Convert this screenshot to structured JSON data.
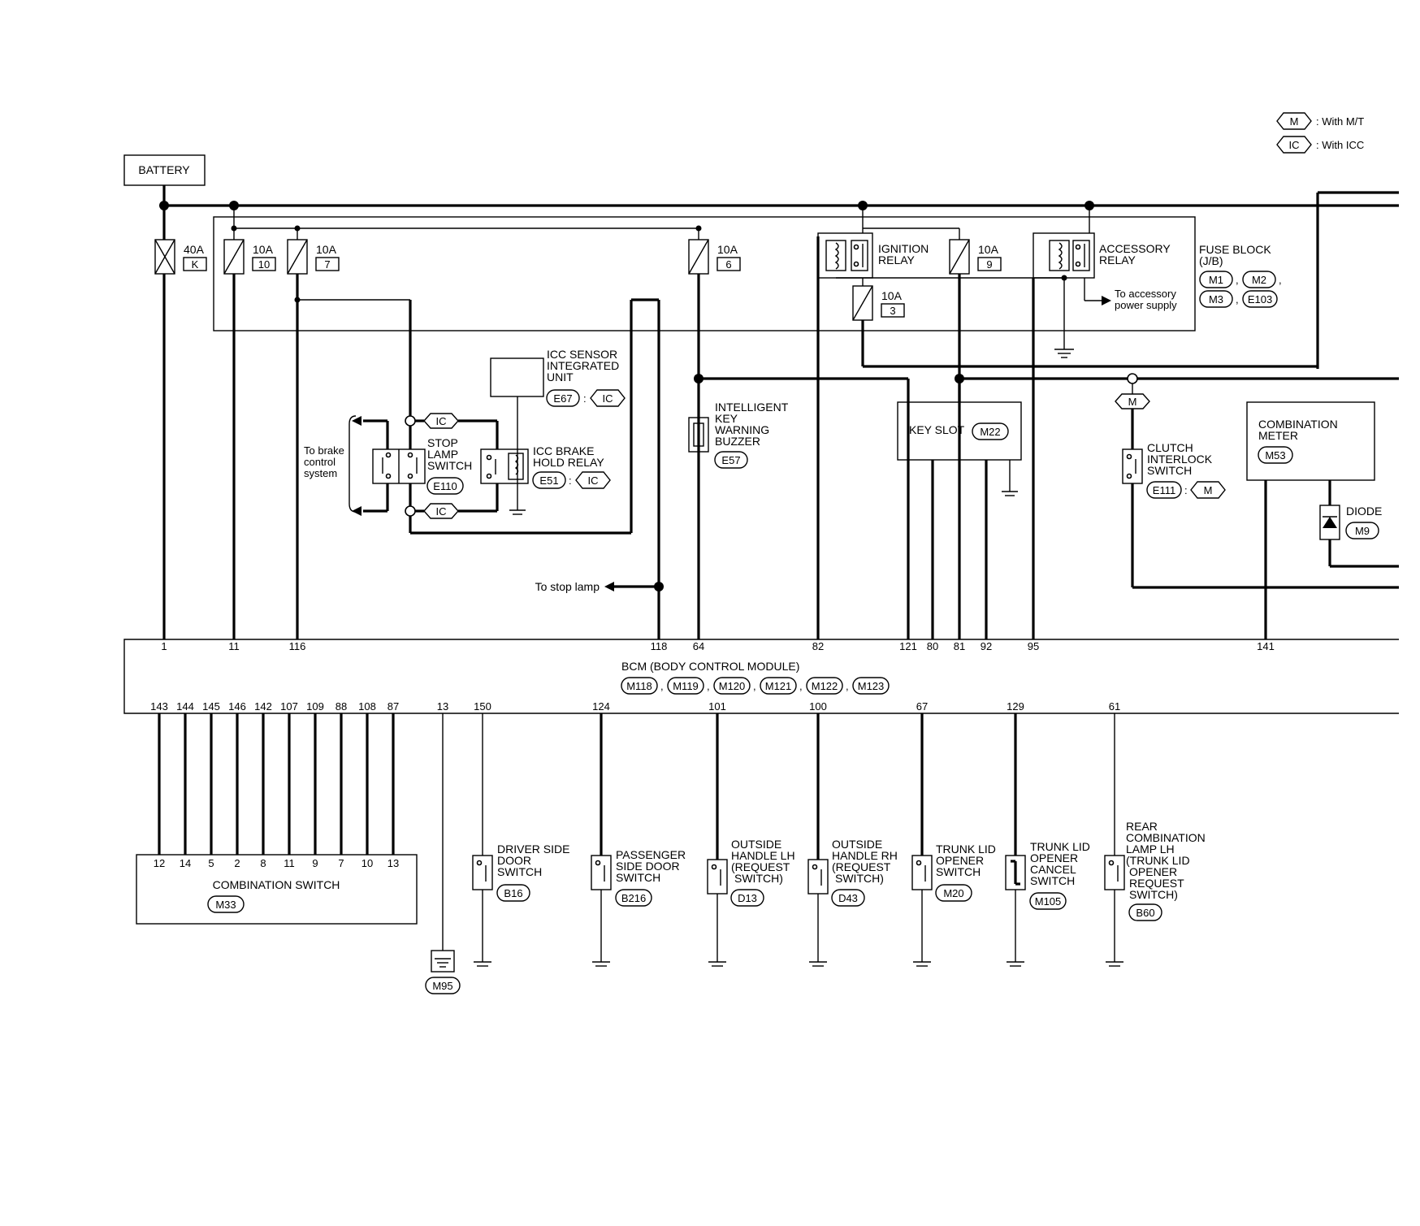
{
  "legend": [
    {
      "code": "M",
      "text": ": With M/T"
    },
    {
      "code": "IC",
      "text": ": With ICC"
    }
  ],
  "battery": "BATTERY",
  "fuses": [
    {
      "amp": "40A",
      "id": "K"
    },
    {
      "amp": "10A",
      "id": "10"
    },
    {
      "amp": "10A",
      "id": "7"
    },
    {
      "amp": "10A",
      "id": "6"
    },
    {
      "amp": "10A",
      "id": "9"
    },
    {
      "amp": "10A",
      "id": "3"
    }
  ],
  "ignition_relay": [
    "IGNITION",
    "RELAY"
  ],
  "accessory_relay": [
    "ACCESSORY",
    "RELAY"
  ],
  "to_accessory": [
    "To accessory",
    "power supply"
  ],
  "fuse_block": {
    "lines": [
      "FUSE BLOCK",
      "(J/B)"
    ],
    "connectors": [
      "M1",
      "M2",
      "M3",
      "E103"
    ]
  },
  "icc_sensor": {
    "lines": [
      "ICC SENSOR",
      "INTEGRATED",
      "UNIT"
    ],
    "connector": "E67",
    "tag": "IC"
  },
  "stop_lamp_switch": {
    "lines": [
      "STOP",
      "LAMP",
      "SWITCH"
    ],
    "connector": "E110"
  },
  "icc_brake_hold_relay": {
    "lines": [
      "ICC BRAKE",
      "HOLD RELAY"
    ],
    "connector": "E51",
    "tag": "IC"
  },
  "to_brake": [
    "To brake",
    "control",
    "system"
  ],
  "ic_tag": "IC",
  "to_stop_lamp": "To stop lamp",
  "buzzer": {
    "lines": [
      "INTELLIGENT",
      "KEY",
      "WARNING",
      "BUZZER"
    ],
    "connector": "E57"
  },
  "key_slot": {
    "label": "KEY SLOT",
    "connector": "M22"
  },
  "clutch_switch": {
    "lines": [
      "CLUTCH",
      "INTERLOCK",
      "SWITCH"
    ],
    "connector": "E111",
    "tag": "M"
  },
  "mt_tag": "M",
  "combination_meter": {
    "lines": [
      "COMBINATION",
      "METER"
    ],
    "connector": "M53"
  },
  "diode": {
    "label": "DIODE",
    "connector": "M9"
  },
  "bcm": {
    "title": "BCM (BODY CONTROL MODULE)",
    "connectors": [
      "M118",
      "M119",
      "M120",
      "M121",
      "M122",
      "M123"
    ],
    "top_pins": [
      "1",
      "11",
      "116",
      "118",
      "64",
      "82",
      "121",
      "80",
      "81",
      "92",
      "95",
      "141"
    ],
    "bottom_pins": [
      "143",
      "144",
      "145",
      "146",
      "142",
      "107",
      "109",
      "88",
      "108",
      "87",
      "13",
      "150",
      "124",
      "101",
      "100",
      "67",
      "129",
      "61"
    ]
  },
  "combination_switch": {
    "label": "COMBINATION SWITCH",
    "connector": "M33",
    "pins": [
      "12",
      "14",
      "5",
      "2",
      "8",
      "11",
      "9",
      "7",
      "10",
      "13"
    ]
  },
  "ground_connector": "M95",
  "switches": [
    {
      "lines": [
        "DRIVER SIDE",
        "DOOR",
        "SWITCH"
      ],
      "connector": "B16"
    },
    {
      "lines": [
        "PASSENGER",
        "SIDE DOOR",
        "SWITCH"
      ],
      "connector": "B216"
    },
    {
      "lines": [
        "OUTSIDE",
        "HANDLE LH",
        "(REQUEST",
        "SWITCH)"
      ],
      "connector": "D13"
    },
    {
      "lines": [
        "OUTSIDE",
        "HANDLE RH",
        "(REQUEST",
        "SWITCH)"
      ],
      "connector": "D43"
    },
    {
      "lines": [
        "TRUNK LID",
        "OPENER",
        "SWITCH"
      ],
      "connector": "M20"
    },
    {
      "lines": [
        "TRUNK LID",
        "OPENER",
        "CANCEL",
        "SWITCH"
      ],
      "connector": "M105"
    },
    {
      "lines": [
        "REAR",
        "COMBINATION",
        "LAMP LH",
        "(TRUNK LID",
        "OPENER",
        "REQUEST",
        "SWITCH)"
      ],
      "connector": "B60"
    }
  ]
}
